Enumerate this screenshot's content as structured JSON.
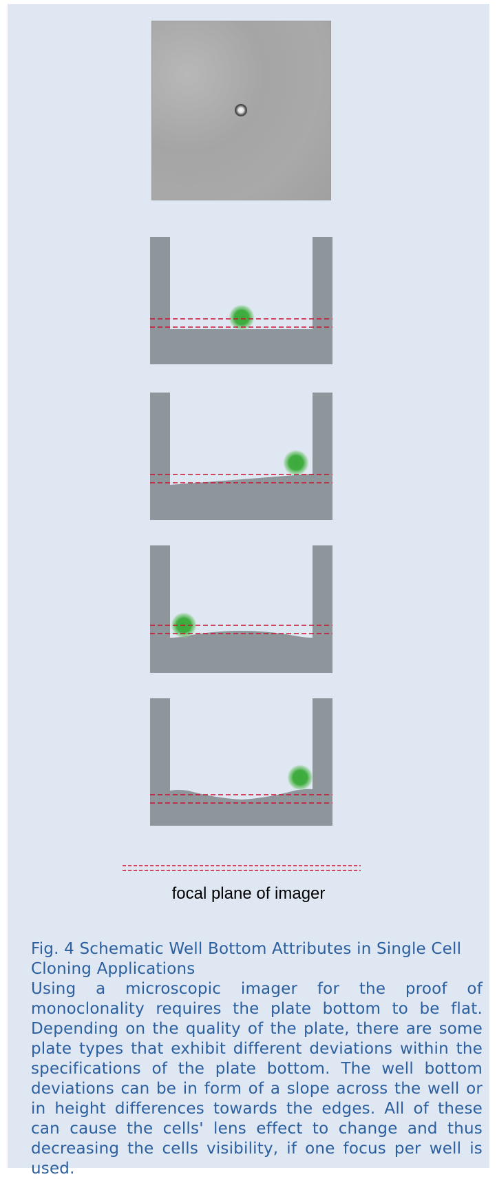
{
  "legend": {
    "label": "focal plane of imager"
  },
  "caption": {
    "title": "Fig. 4 Schematic Well Bottom Attributes in Single Cell Cloning Applications",
    "body": "Using a microscopic imager for the proof of monoclonality requires the plate bottom to be flat. Depending on the quality of the plate, there are some plate types that exhibit different deviations within the specifications of the plate bottom. The well bottom deviations can be in form of a slope across the well or in height differences towards the edges. All of these can cause the cells' lens effect to change and thus decreasing the cells visibility, if one focus per well is used."
  },
  "colors": {
    "well": "#8e959b",
    "cell": "#3aaa3a",
    "focal_line": "#c8102e",
    "caption_text": "#2b5f9e",
    "background": "#dfe7f3"
  },
  "wells": [
    {
      "bottom": "flat"
    },
    {
      "bottom": "slope"
    },
    {
      "bottom": "raised-center"
    },
    {
      "bottom": "raised-edges"
    }
  ]
}
